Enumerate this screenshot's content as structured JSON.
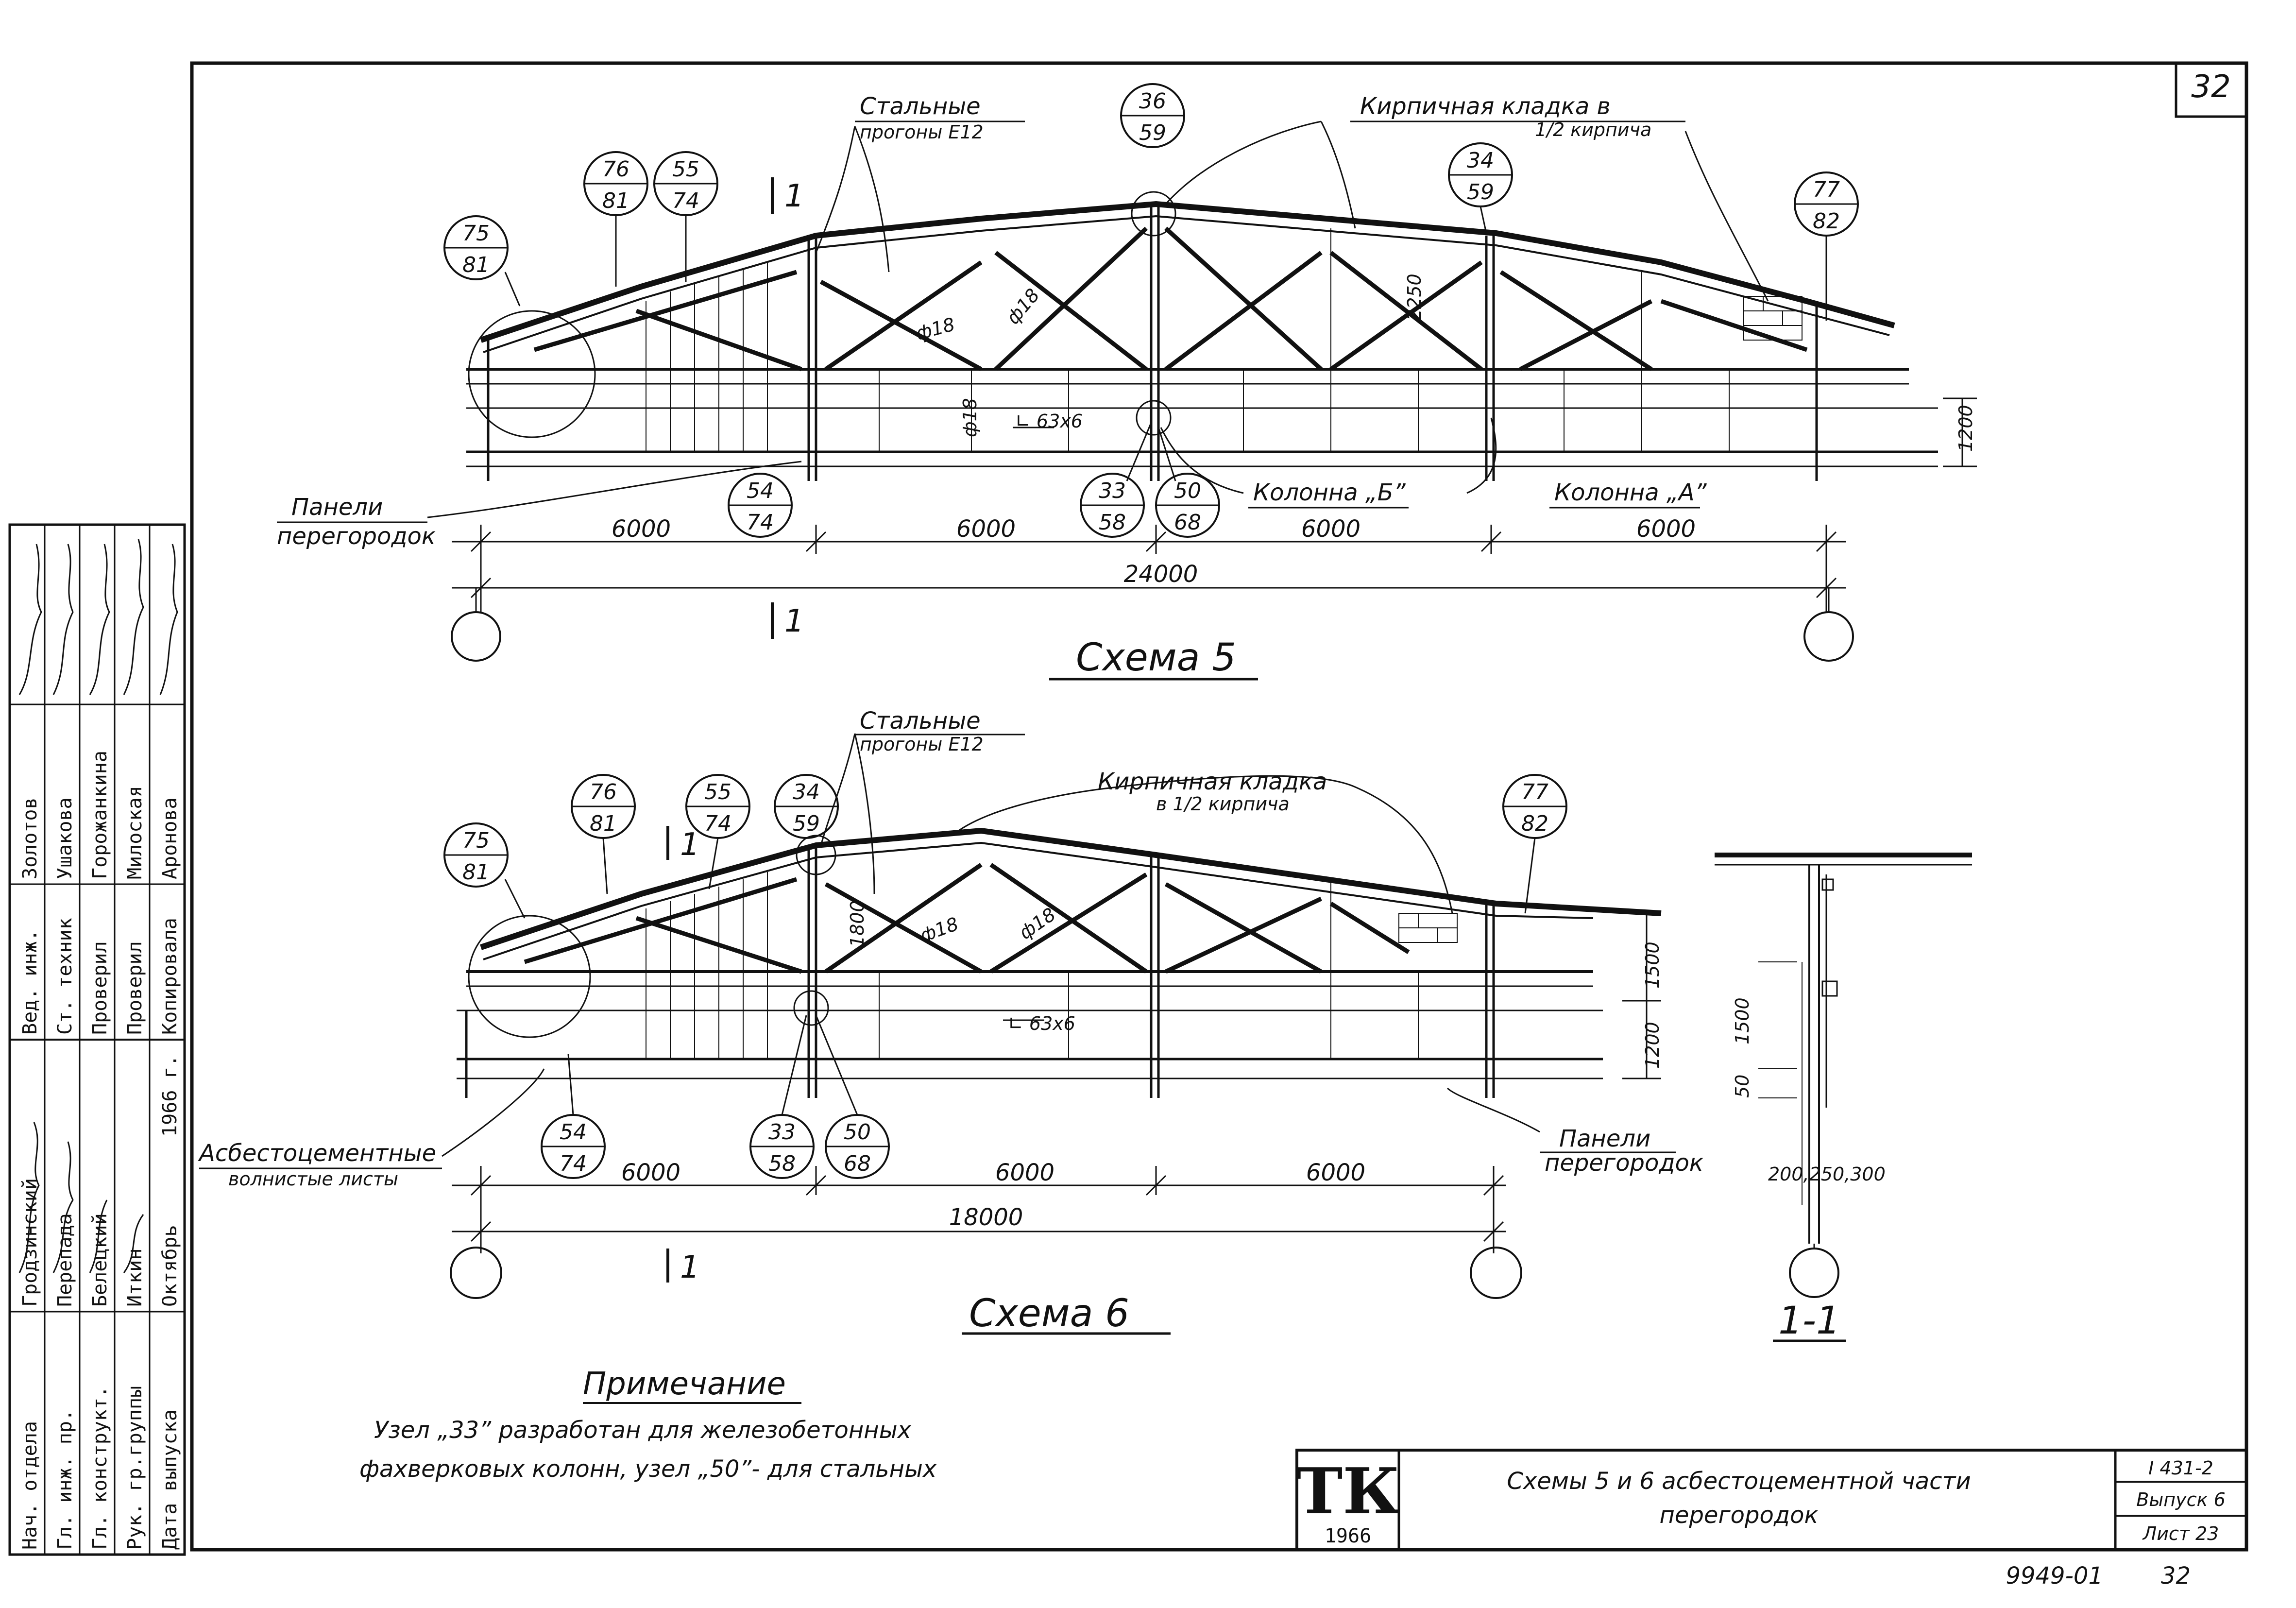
{
  "sheet": {
    "page_number": "32",
    "footer_code": "9949-01",
    "footer_page": "32"
  },
  "scheme5": {
    "title": "Схема 5",
    "purlins_label_1": "Стальные",
    "purlins_label_2": "прогоны Е12",
    "brick_label_1": "Кирпичная кладка в",
    "brick_label_2": "1/2 кирпича",
    "panels_label_1": "Панели",
    "panels_label_2": "перегородок",
    "column_b": "Колонна „Б”",
    "column_a": "Колонна „А”",
    "angle": "∟ 63х6",
    "rod_1": "ф18",
    "rod_2": "ф18",
    "rod_3": "ф18",
    "dim_vert_1": "2250",
    "dim_vert_2": "1200",
    "spans": [
      "6000",
      "6000",
      "6000",
      "6000"
    ],
    "total": "24000",
    "section_mark": "1",
    "callouts": [
      {
        "top": "75",
        "bottom": "81"
      },
      {
        "top": "76",
        "bottom": "81"
      },
      {
        "top": "55",
        "bottom": "74"
      },
      {
        "top": "36",
        "bottom": "59"
      },
      {
        "top": "34",
        "bottom": "59"
      },
      {
        "top": "77",
        "bottom": "82"
      },
      {
        "top": "54",
        "bottom": "74"
      },
      {
        "top": "33",
        "bottom": "58"
      },
      {
        "top": "50",
        "bottom": "68"
      }
    ]
  },
  "scheme6": {
    "title": "Схема 6",
    "purlins_label_1": "Стальные",
    "purlins_label_2": "прогоны Е12",
    "brick_label_1": "Кирпичная кладка",
    "brick_label_2": "в 1/2 кирпича",
    "sheets_label_1": "Асбестоцементные",
    "sheets_label_2": "волнистые листы",
    "panels_label_1": "Панели",
    "panels_label_2": "перегородок",
    "angle": "∟ 63х6",
    "rod_1": "ф18",
    "rod_2": "ф18",
    "dim_vert_1": "1800",
    "dim_vert_2": "1500",
    "dim_vert_3": "1200",
    "spans": [
      "6000",
      "6000",
      "6000"
    ],
    "total": "18000",
    "section_mark": "1",
    "callouts": [
      {
        "top": "75",
        "bottom": "81"
      },
      {
        "top": "76",
        "bottom": "81"
      },
      {
        "top": "55",
        "bottom": "74"
      },
      {
        "top": "34",
        "bottom": "59"
      },
      {
        "top": "77",
        "bottom": "82"
      },
      {
        "top": "54",
        "bottom": "74"
      },
      {
        "top": "33",
        "bottom": "58"
      },
      {
        "top": "50",
        "bottom": "68"
      }
    ]
  },
  "section": {
    "title": "1-1",
    "dim_1": "1500",
    "dim_2": "50",
    "dim_3": "200,250,300"
  },
  "note": {
    "heading": "Примечание",
    "line_1": "Узел „33” разработан для железобетонных",
    "line_2": "фахверковых колонн, узел „50”- для стальных"
  },
  "title_block": {
    "logo": "ТК",
    "year": "1966",
    "title_1": "Схемы 5 и 6 асбестоцементной части",
    "title_2": "перегородок",
    "series": "I 431-2",
    "issue": "Выпуск 6",
    "sheet": "Лист 23"
  },
  "stamp": {
    "rows": [
      {
        "role": "Нач. отдела",
        "name": "Гродзинский"
      },
      {
        "role": "Гл. инж. пр.",
        "name": "Перепада"
      },
      {
        "role": "Гл. конструкт.",
        "name": "Белецкий"
      },
      {
        "role": "Рук. гр.группы",
        "name": "Иткин"
      },
      {
        "role": "Дата выпуска",
        "name": "Октябрь"
      },
      {
        "role": "Вед. инж.",
        "name": "Золотов"
      },
      {
        "role": "Ст. техник",
        "name": "Ушакова"
      },
      {
        "role": "Проверил",
        "name": "Горожанкина"
      },
      {
        "role": "Проверил",
        "name": "Милоская"
      },
      {
        "role": "Копировала",
        "name": "Аронова"
      }
    ],
    "year": "1966 г."
  }
}
